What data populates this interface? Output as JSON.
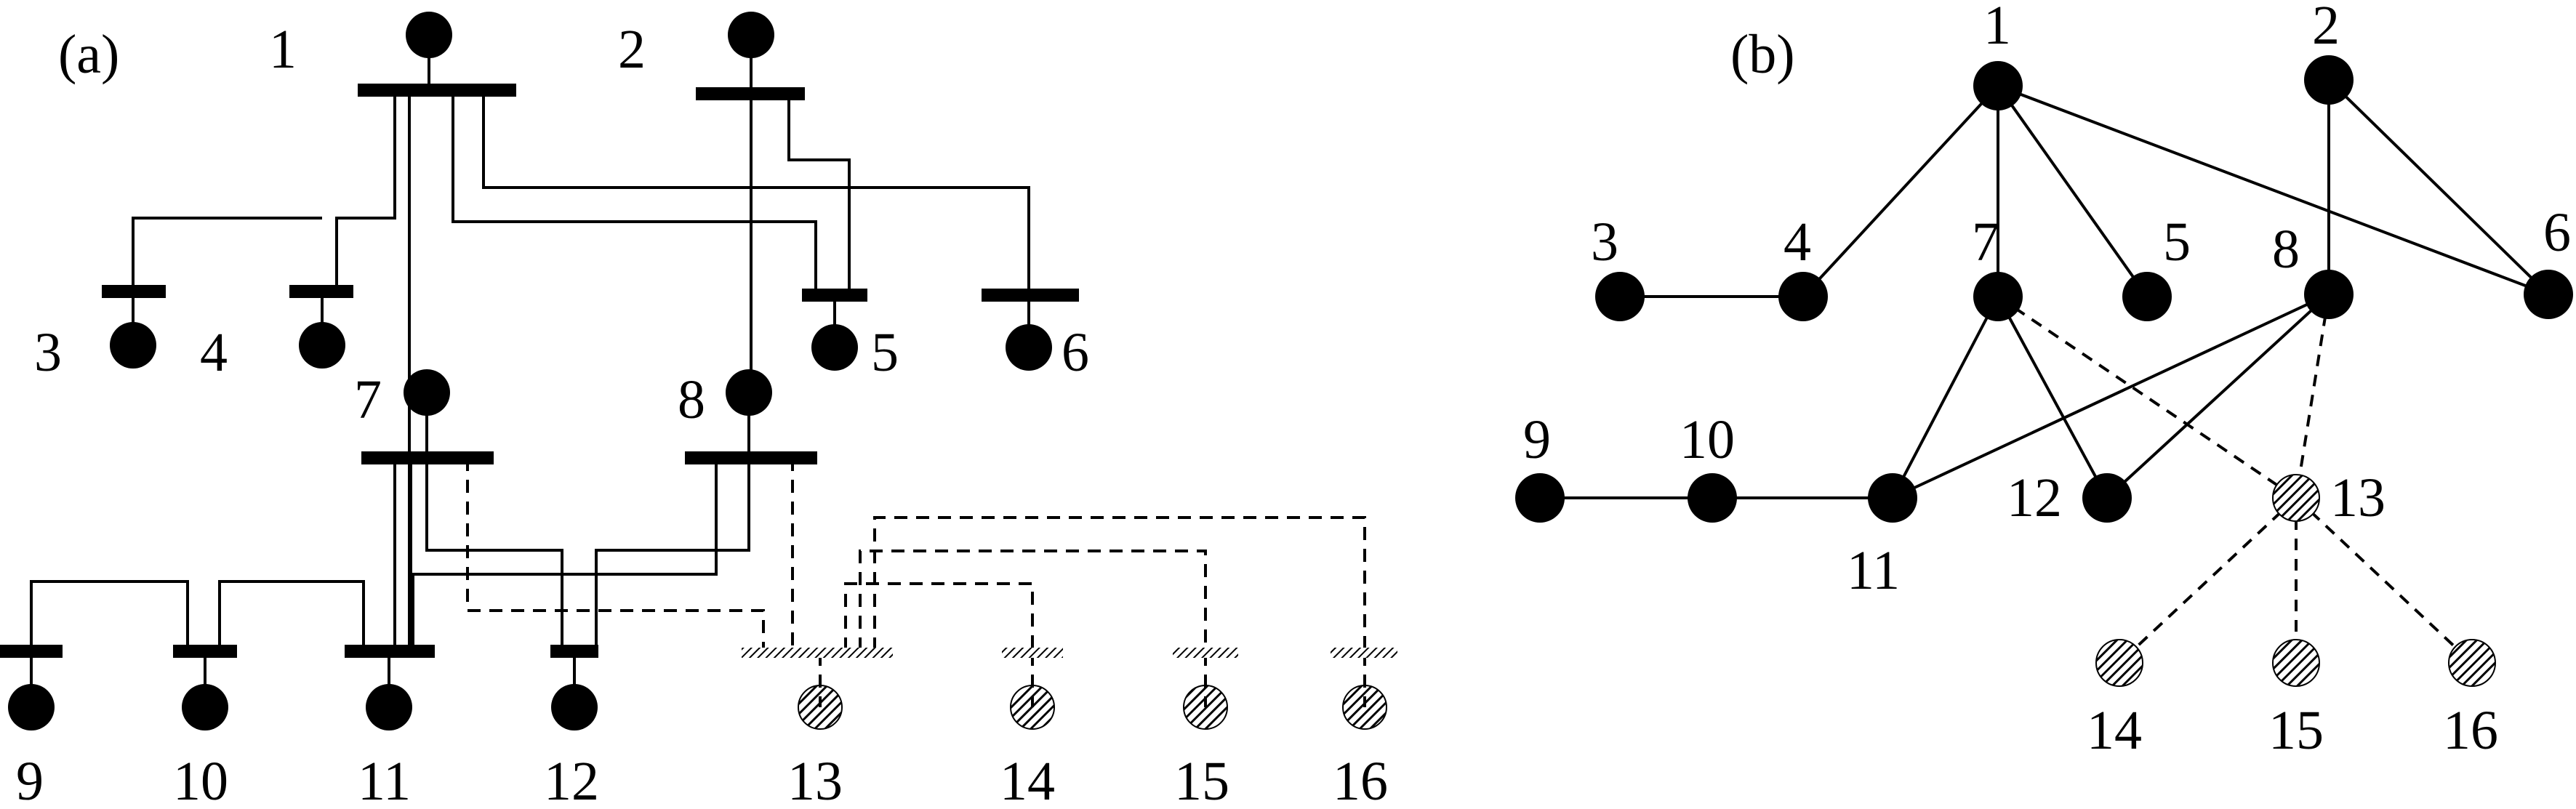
{
  "panel_a": {
    "label": "(a)",
    "bus_numbers": [
      "1",
      "2",
      "3",
      "4",
      "5",
      "6",
      "7",
      "8",
      "9",
      "10",
      "11",
      "12",
      "13",
      "14",
      "15",
      "16"
    ]
  },
  "panel_b": {
    "label": "(b)",
    "node_numbers": [
      "1",
      "2",
      "3",
      "4",
      "5",
      "6",
      "7",
      "8",
      "9",
      "10",
      "11",
      "12",
      "13",
      "14",
      "15",
      "16"
    ]
  },
  "colors": {
    "existing": "#000000",
    "candidate_hatch": "#000000",
    "background": "#ffffff"
  }
}
